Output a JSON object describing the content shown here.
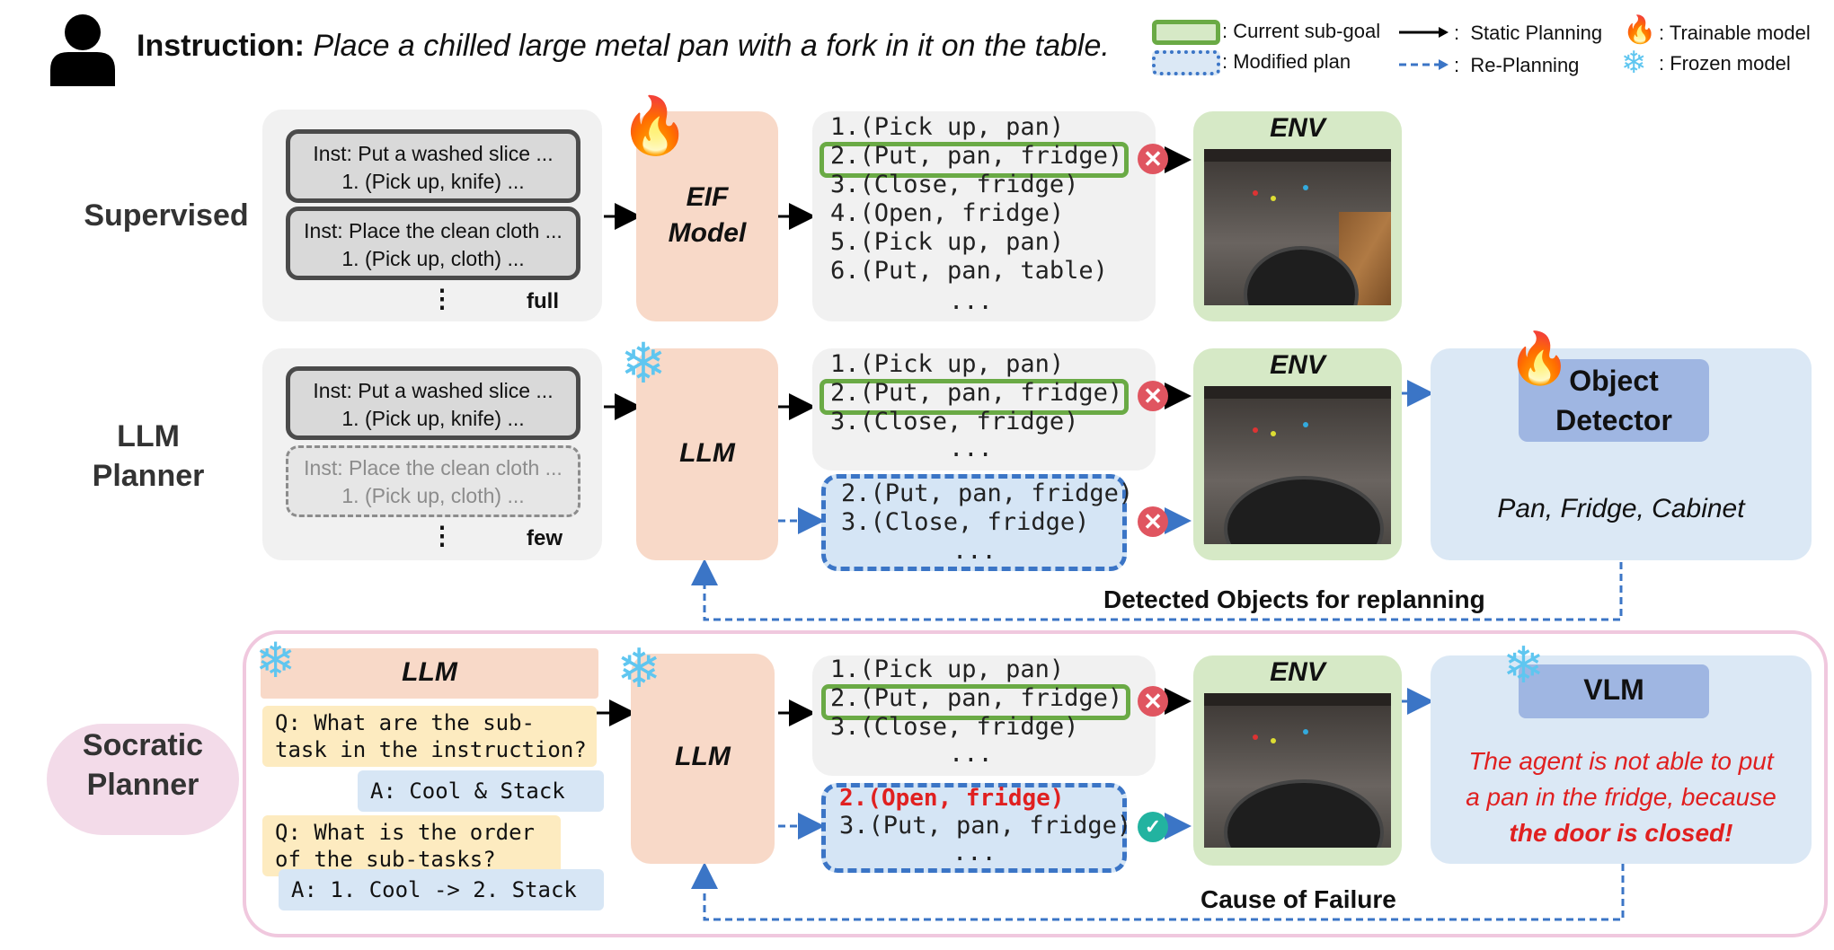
{
  "instruction": {
    "label": "Instruction:",
    "text": "Place a chilled large metal pan with a fork in it on the table."
  },
  "legend": {
    "current_subgoal": ": Current sub-goal",
    "modified_plan": ": Modified plan",
    "static_planning": ":  Static Planning",
    "re_planning": ":  Re-Planning",
    "trainable": ": Trainable model",
    "frozen": ": Frozen model"
  },
  "rows": {
    "supervised": "Supervised",
    "llm_planner": [
      "LLM",
      "Planner"
    ],
    "socratic": [
      "Socratic",
      "Planner"
    ]
  },
  "supervised": {
    "card1": [
      "Inst: Put a washed slice ...",
      "1. (Pick up, knife) ..."
    ],
    "card2": [
      "Inst: Place the clean cloth ...",
      "1. (Pick up, cloth) ..."
    ],
    "dots": "⋮",
    "amount": "full",
    "model": [
      "EIF",
      "Model"
    ],
    "plan": [
      "1.(Pick up, pan)",
      "2.(Put, pan, fridge)",
      "3.(Close, fridge)",
      "4.(Open, fridge)",
      "5.(Pick up, pan)",
      "6.(Put, pan, table)",
      "..."
    ],
    "env": "ENV"
  },
  "llm_planner": {
    "card1": [
      "Inst: Put a washed slice ...",
      "1. (Pick up, knife) ..."
    ],
    "card2": [
      "Inst: Place the clean cloth ...",
      "1. (Pick up, cloth) ..."
    ],
    "dots": "⋮",
    "amount": "few",
    "model": "LLM",
    "plan": [
      "1.(Pick up, pan)",
      "2.(Put, pan, fridge)",
      "3.(Close, fridge)",
      "..."
    ],
    "replan": [
      "2.(Put, pan, fridge)",
      "3.(Close, fridge)",
      "..."
    ],
    "env": "ENV",
    "detector": [
      "Object",
      "Detector"
    ],
    "detected": "Pan, Fridge, Cabinet",
    "feedback": "Detected Objects for replanning"
  },
  "socratic": {
    "llm_header": "LLM",
    "q1": "Q: What are the sub-\ntask in the instruction?",
    "a1": "A: Cool & Stack",
    "q2": "Q: What is the order\nof the sub-tasks?",
    "a2": "A: 1. Cool -> 2. Stack",
    "model": "LLM",
    "plan": [
      "1.(Pick up, pan)",
      "2.(Put, pan, fridge)",
      "3.(Close, fridge)",
      "..."
    ],
    "replan_fix": "2.(Open, fridge)",
    "replan": [
      "3.(Put, pan, fridge)",
      "..."
    ],
    "env": "ENV",
    "vlm": "VLM",
    "vlm_text": [
      "The agent is not able to put",
      "a pan in the fridge, because"
    ],
    "vlm_cause": "the door is closed!",
    "feedback": "Cause of Failure"
  },
  "icons": {
    "fire": "🔥",
    "snow": "❄",
    "x": "✕",
    "check": "✓"
  },
  "colors": {
    "peach": "#f8d9c8",
    "green_env": "#d6e9c6",
    "blue_panel": "#dbe8f5",
    "subgoal_green": "#6aaa45",
    "replan_blue": "#3b75c6",
    "error_red": "#e02020",
    "socratic_pink": "#f3dbe9"
  }
}
